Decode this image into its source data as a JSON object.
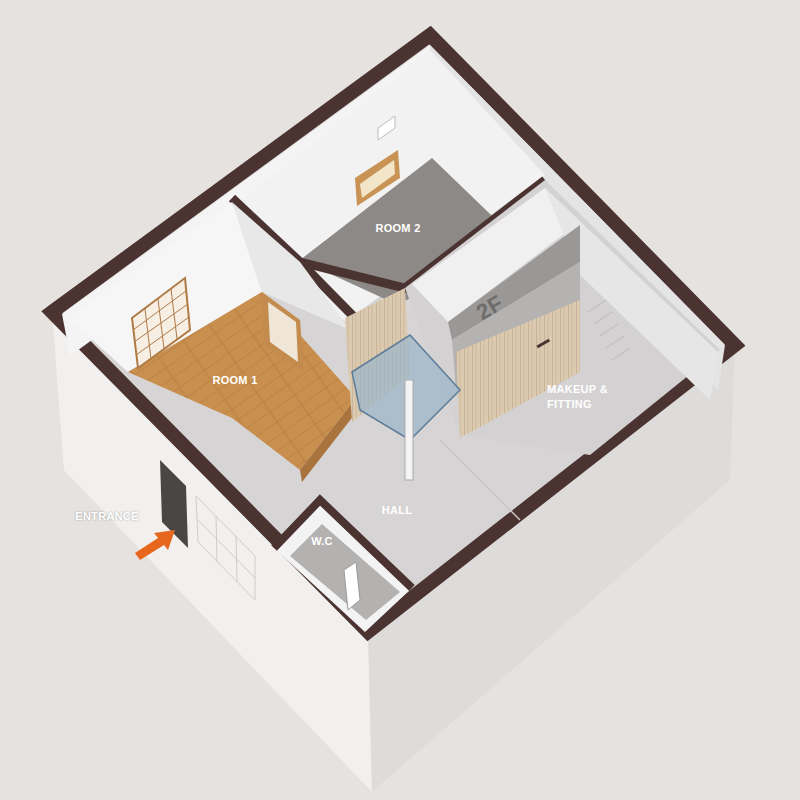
{
  "diagram": {
    "labels": [
      "ROOM 2",
      "2F",
      "ROOM 1",
      "MAKEUP & FITTING",
      "ENTRANCE",
      "HALL",
      "W.C"
    ]
  }
}
